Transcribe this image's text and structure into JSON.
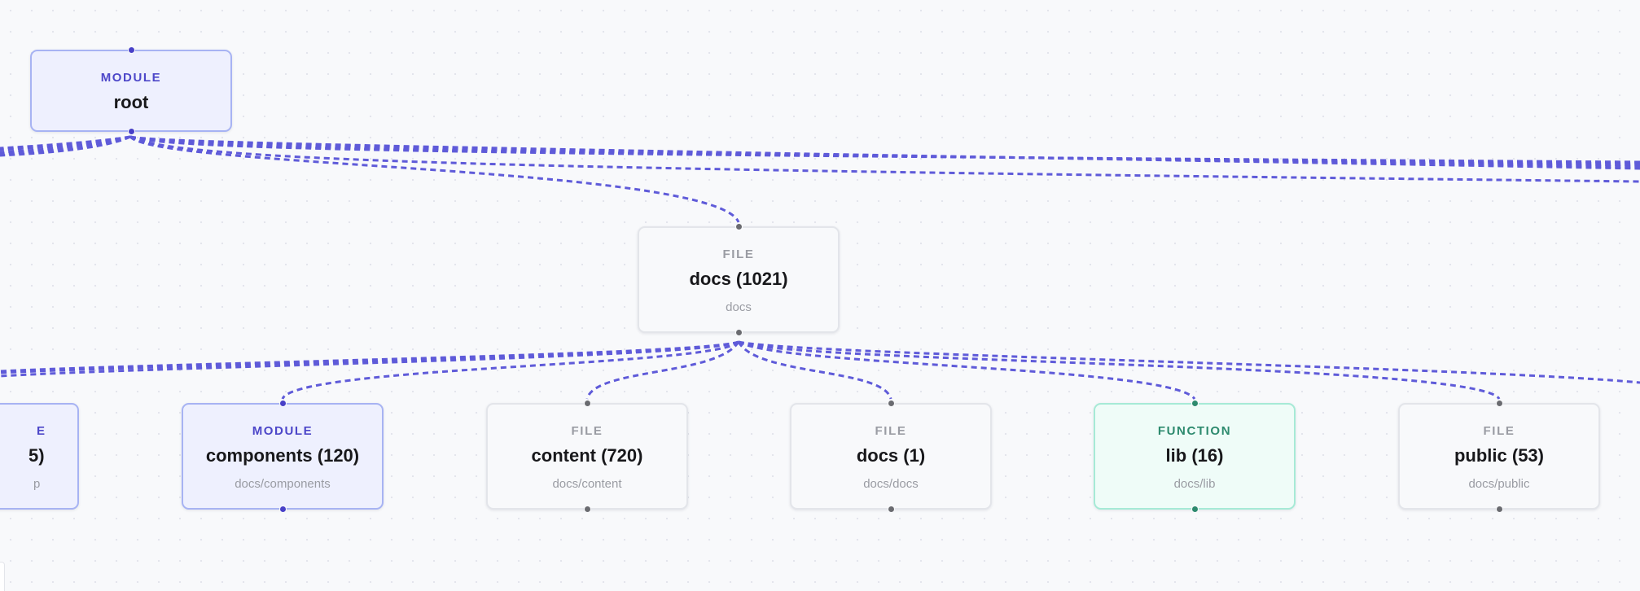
{
  "colors": {
    "edge": "#5f5bd9",
    "module_accent": "#4d47c9",
    "function_accent": "#2d8a6e",
    "file_accent": "#9a9ca3"
  },
  "nodes": [
    {
      "id": "root",
      "kind": "module",
      "type_label": "MODULE",
      "label": "root",
      "path": ""
    },
    {
      "id": "docs",
      "kind": "file",
      "type_label": "FILE",
      "label": "docs (1021)",
      "path": "docs"
    },
    {
      "id": "partial",
      "kind": "module",
      "type_label": "E",
      "label": "5)",
      "path": "p"
    },
    {
      "id": "components",
      "kind": "module",
      "type_label": "MODULE",
      "label": "components (120)",
      "path": "docs/components"
    },
    {
      "id": "content",
      "kind": "file",
      "type_label": "FILE",
      "label": "content (720)",
      "path": "docs/content"
    },
    {
      "id": "docs-docs",
      "kind": "file",
      "type_label": "FILE",
      "label": "docs (1)",
      "path": "docs/docs"
    },
    {
      "id": "lib",
      "kind": "function",
      "type_label": "FUNCTION",
      "label": "lib (16)",
      "path": "docs/lib"
    },
    {
      "id": "public",
      "kind": "file",
      "type_label": "FILE",
      "label": "public (53)",
      "path": "docs/public"
    }
  ]
}
